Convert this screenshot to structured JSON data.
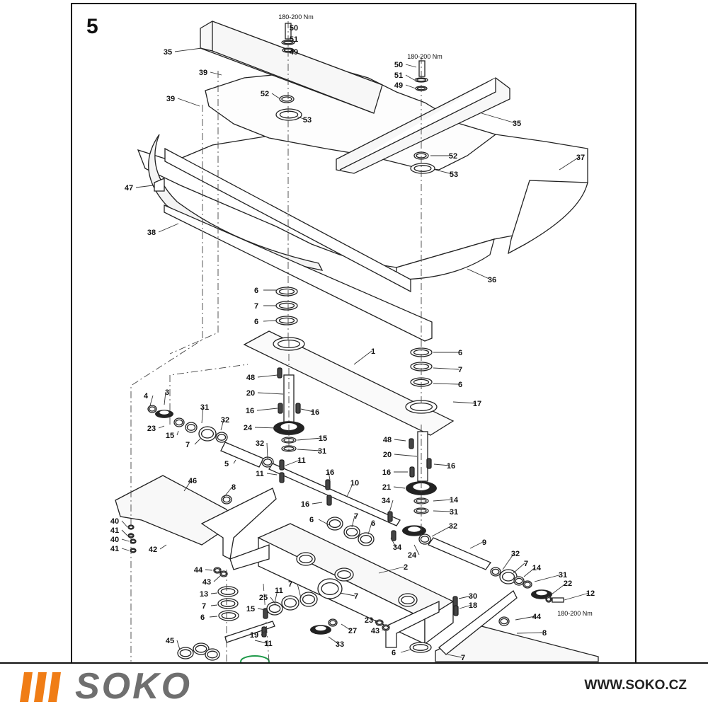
{
  "page": {
    "number": "5"
  },
  "torque_labels": [
    "180-200 Nm",
    "180-200 Nm",
    "180-200 Nm"
  ],
  "callouts": [
    "50",
    "51",
    "49",
    "35",
    "39",
    "39",
    "52",
    "53",
    "50",
    "51",
    "49",
    "35",
    "52",
    "53",
    "37",
    "47",
    "38",
    "36",
    "6",
    "7",
    "6",
    "1",
    "6",
    "7",
    "6",
    "17",
    "48",
    "20",
    "16",
    "16",
    "24",
    "15",
    "31",
    "4",
    "3",
    "31",
    "32",
    "23",
    "15",
    "7",
    "5",
    "32",
    "11",
    "11",
    "48",
    "20",
    "16",
    "16",
    "21",
    "14",
    "31",
    "46",
    "8",
    "16",
    "10",
    "16",
    "34",
    "40",
    "41",
    "40",
    "41",
    "42",
    "6",
    "7",
    "6",
    "34",
    "24",
    "32",
    "9",
    "44",
    "43",
    "2",
    "32",
    "7",
    "14",
    "31",
    "22",
    "12",
    "13",
    "7",
    "6",
    "15",
    "11",
    "25",
    "7",
    "7",
    "30",
    "18",
    "19",
    "11",
    "27",
    "33",
    "23",
    "43",
    "44",
    "8",
    "45",
    "6",
    "7",
    "43"
  ],
  "footer": {
    "brand": "SOKO",
    "brand_color": "#f07d16",
    "text_color": "#6f6f6f",
    "url": "WWW.SOKO.CZ"
  }
}
